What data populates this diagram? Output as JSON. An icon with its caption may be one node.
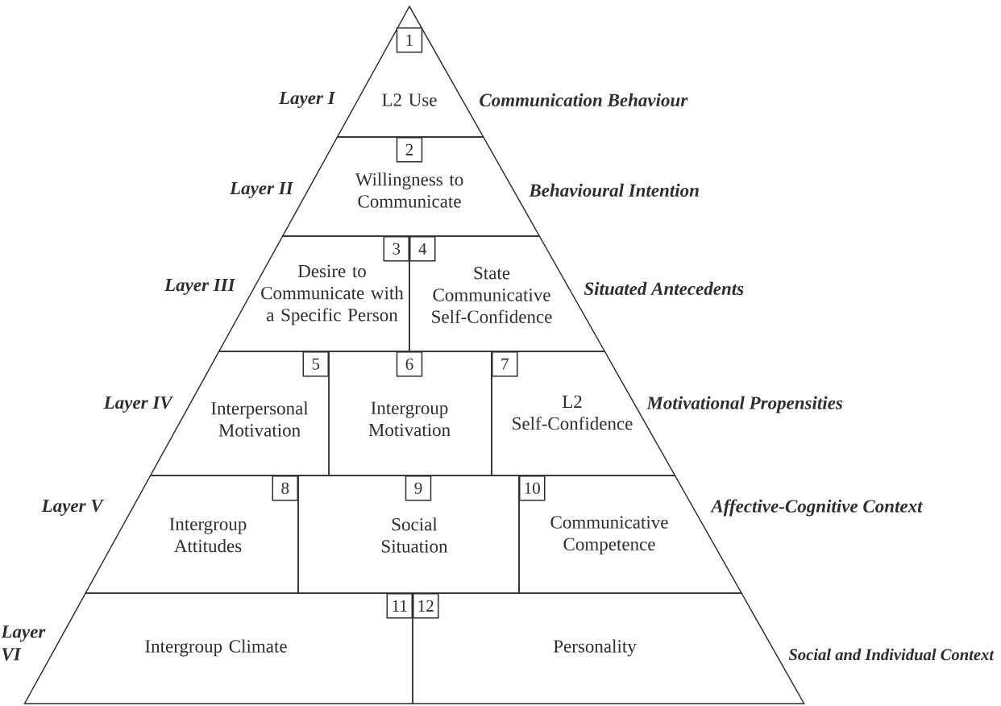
{
  "diagram": {
    "nodes": [
      {
        "text": [
          "L2 Use"
        ]
      },
      {
        "text": [
          "1"
        ],
        "in": 0
      },
      {
        "text": [
          "Willingness to Communicate"
        ]
      },
      {
        "text": [
          "2"
        ],
        "in": 2
      },
      {
        "text": [
          "Desire to Communicate with a Specific Person"
        ]
      },
      {
        "text": [
          "3"
        ],
        "in": 4
      },
      {
        "text": [
          "State Communicative Self-Confidence"
        ]
      },
      {
        "text": [
          "4"
        ],
        "in": 6
      },
      {
        "text": [
          "Interpersonal Motivation"
        ]
      },
      {
        "text": [
          "5"
        ],
        "in": 8
      },
      {
        "text": [
          "Intergroup Motivation"
        ]
      },
      {
        "text": [
          "6"
        ],
        "in": 10
      },
      {
        "text": [
          "L2 Self-Confidence"
        ]
      },
      {
        "text": [
          "7"
        ],
        "in": 12
      },
      {
        "text": [
          "Intergroup Attitudes"
        ]
      },
      {
        "text": [
          "8"
        ],
        "in": 14
      },
      {
        "text": [
          "Social Situation"
        ]
      },
      {
        "text": [
          "9"
        ],
        "in": 16
      },
      {
        "text": [
          "Communicative Competence"
        ]
      },
      {
        "text": [
          "10"
        ],
        "in": 18
      },
      {
        "text": [
          "Intergroup Climate"
        ]
      },
      {
        "text": [
          "11"
        ],
        "in": 20
      },
      {
        "text": [
          "Personality"
        ]
      },
      {
        "text": [
          "12"
        ],
        "in": 22
      }
    ],
    "labels": [
      "Layer I",
      "Communication Behaviour",
      "Layer II",
      "Behavioural Intention",
      "Layer III",
      "Situated Antecedents",
      "Layer IV",
      "Motivational Propensities",
      "Layer V",
      "Affective-Cognitive Context",
      "Layer VI",
      "Social and Individual Context"
    ]
  }
}
